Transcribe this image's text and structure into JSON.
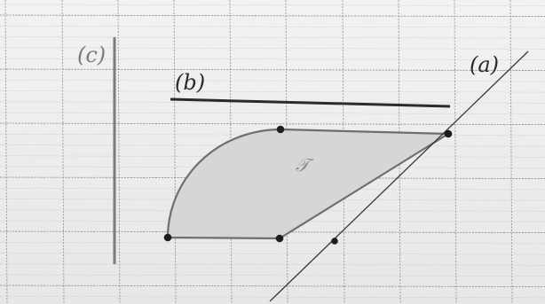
{
  "figure": {
    "labels": {
      "a": "(a)",
      "b": "(b)",
      "c": "(c)",
      "region": "𝒯"
    },
    "colors": {
      "paper": "#ededed",
      "region_fill": "#d6d6d6",
      "outline": "#6e6e6e",
      "line_b": "#2b2b2b",
      "line_c": "#7c7c7c",
      "line_a": "#3a3a3a",
      "point": "#1e1e1e"
    }
  }
}
